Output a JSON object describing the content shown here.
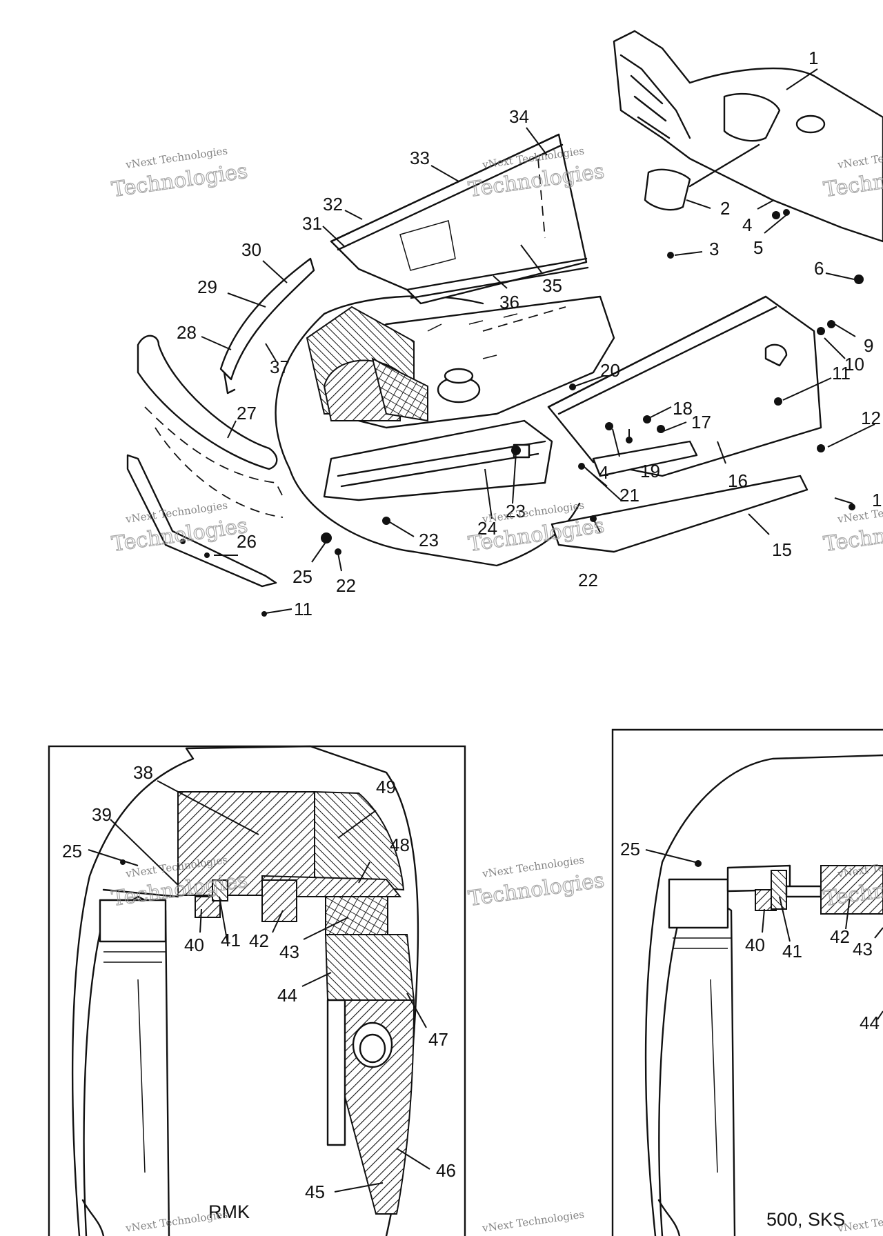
{
  "watermark": {
    "line1": "vNext Technologies",
    "line2": "Technologies"
  },
  "captions": {
    "left_view": "RMK",
    "right_view": "500, SKS"
  },
  "callouts": {
    "c1": "1",
    "c2": "2",
    "c3": "3",
    "c4a": "4",
    "c5": "5",
    "c6": "6",
    "c9": "9",
    "c10": "10",
    "c11a": "11",
    "c12": "12",
    "c13": "1",
    "c15": "15",
    "c16": "16",
    "c17": "17",
    "c18": "18",
    "c19": "19",
    "c20": "20",
    "c4b": "4",
    "c21": "21",
    "c22a": "22",
    "c22b": "22",
    "c23a": "23",
    "c23b": "23",
    "c24": "24",
    "c25a": "25",
    "c26": "26",
    "c27": "27",
    "c28": "28",
    "c29": "29",
    "c30": "30",
    "c31": "31",
    "c32": "32",
    "c33": "33",
    "c34": "34",
    "c35": "35",
    "c36": "36",
    "c37": "37",
    "c11b": "11",
    "l38": "38",
    "l39": "39",
    "l25": "25",
    "l40": "40",
    "l41": "41",
    "l42": "42",
    "l43": "43",
    "l44": "44",
    "l45": "45",
    "l46": "46",
    "l47": "47",
    "l48": "48",
    "l49": "49",
    "r25": "25",
    "r40": "40",
    "r41": "41",
    "r42": "42",
    "r43": "43",
    "r44": "44"
  }
}
